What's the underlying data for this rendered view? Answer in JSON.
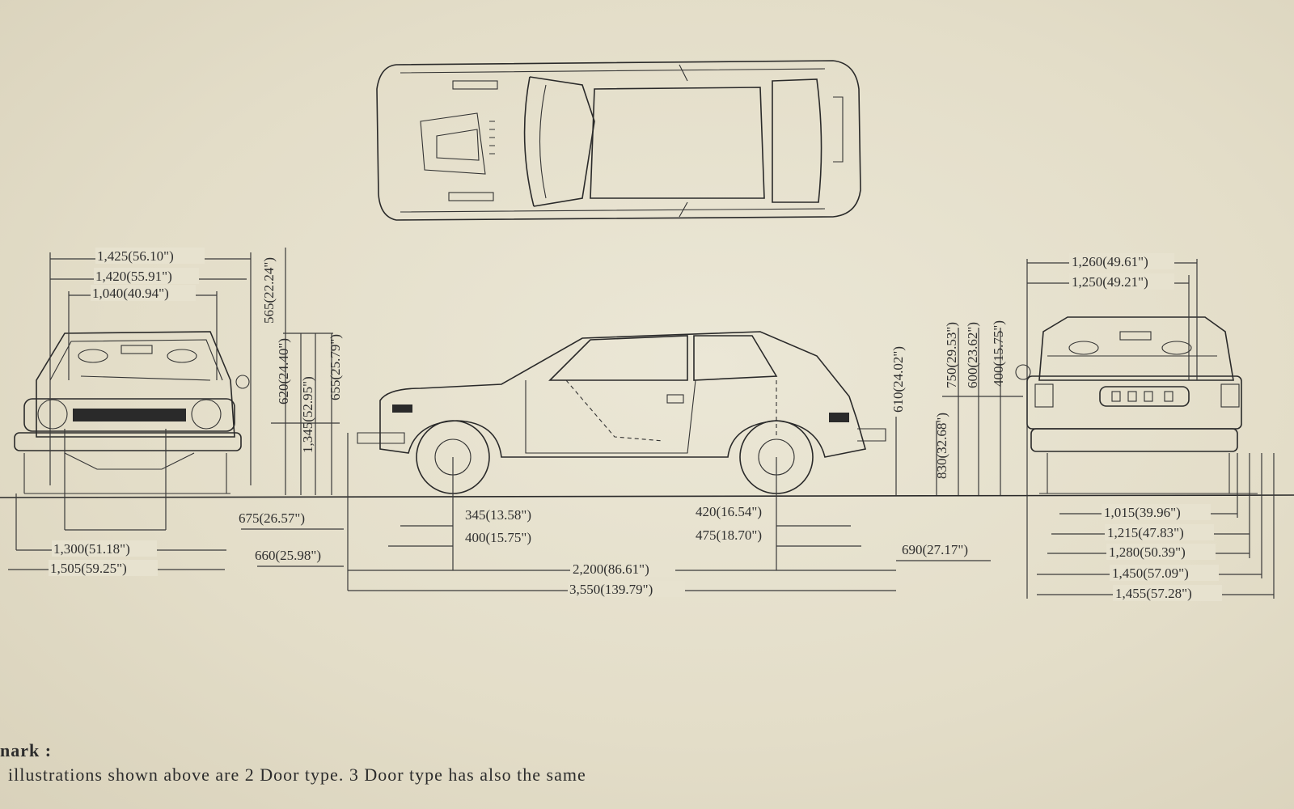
{
  "dimensions": {
    "front_overall_width": "1,425(56.10\")",
    "front_body_width": "1,420(55.91\")",
    "front_inner_width": "1,040(40.94\")",
    "front_height_top": "565(22.24\")",
    "front_620": "620(24.40\")",
    "front_1345": "1,345(52.95\")",
    "front_655": "655(25.79\")",
    "front_tread": "1,300(51.18\")",
    "front_width_bottom": "1,505(59.25\")",
    "side_675": "675(26.57\")",
    "side_660": "660(25.98\")",
    "side_345": "345(13.58\")",
    "side_400": "400(15.75\")",
    "side_420": "420(16.54\")",
    "side_475": "475(18.70\")",
    "side_690": "690(27.17\")",
    "side_610": "610(24.02\")",
    "side_830": "830(32.68\")",
    "wheelbase": "2,200(86.61\")",
    "overall_length": "3,550(139.79\")",
    "rear_750": "750(29.53\")",
    "rear_600": "600(23.62\")",
    "rear_400": "400(15.75\")",
    "rear_width_top": "1,260(49.61\")",
    "rear_width_2": "1,250(49.21\")",
    "rear_1015": "1,015(39.96\")",
    "rear_1215": "1,215(47.83\")",
    "rear_1280": "1,280(50.39\")",
    "rear_1450": "1,450(57.09\")",
    "rear_1455": "1,455(57.28\")"
  },
  "remark": {
    "title": "nark :",
    "text": "illustrations shown above are 2 Door type.  3 Door type has also the same"
  }
}
